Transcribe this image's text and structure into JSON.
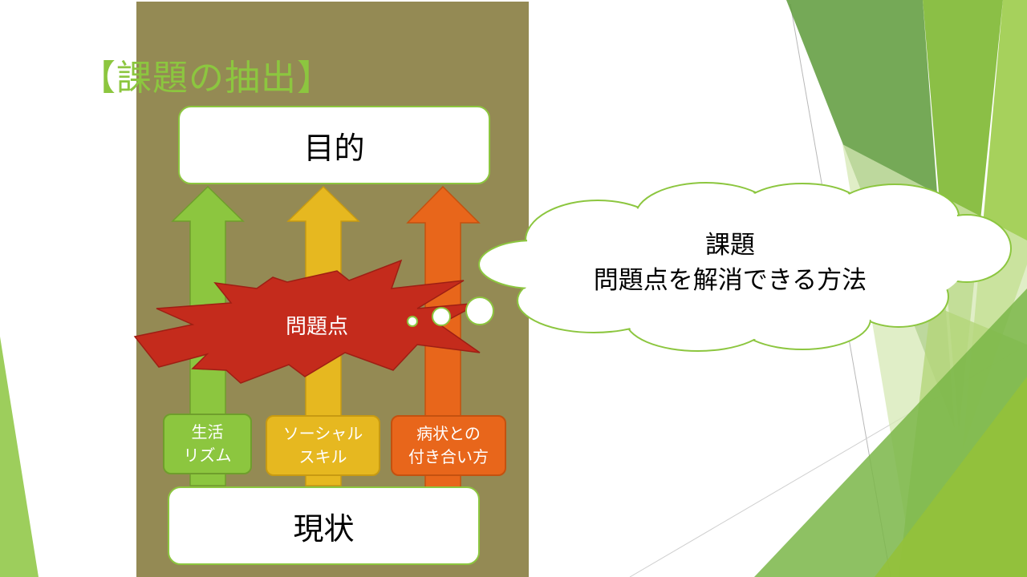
{
  "slide": {
    "title": "【課題の抽出】",
    "goal_label": "目的",
    "current_label": "現状",
    "factors": [
      {
        "label": "生活\nリズム",
        "color": "#8cc63f"
      },
      {
        "label": "ソーシャル\nスキル",
        "color": "#e6b820"
      },
      {
        "label": "病状との\n付き合い方",
        "color": "#e8661b"
      }
    ],
    "problem_label": "問題点",
    "cloud_title": "課題",
    "cloud_text": "問題点を解消できる方法"
  },
  "colors": {
    "accent_green": "#8cc63f",
    "panel_olive": "#948a54",
    "problem_red": "#c42b1c",
    "arrow_yellow": "#e6b820",
    "arrow_orange": "#e8661b"
  }
}
